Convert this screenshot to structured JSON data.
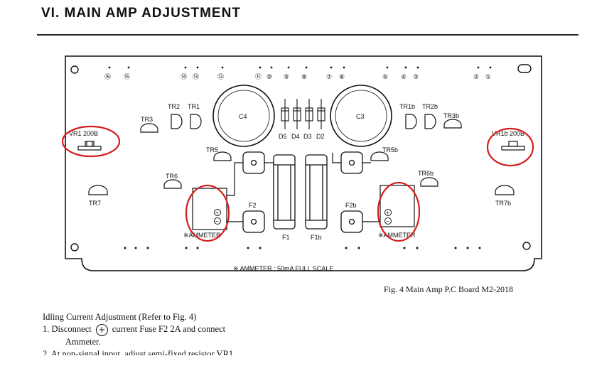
{
  "section_title": "VI. MAIN AMP ADJUSTMENT",
  "caption": "Fig. 4 Main Amp P.C Board M2-2018",
  "board": {
    "terminals": [
      "⑯",
      "⑮",
      "⑭",
      "⑬",
      "⑫",
      "⑪",
      "⑩",
      "⑨",
      "⑧",
      "⑦",
      "⑥",
      "⑤",
      "④",
      "③",
      "②",
      "①"
    ],
    "vr1_label": "VR1 200B",
    "vr1b_label": "VR1b 200B",
    "tr1": "TR1",
    "tr2": "TR2",
    "tr3": "TR3",
    "tr5": "TR5",
    "tr6": "TR6",
    "tr7": "TR7",
    "tr1b": "TR1b",
    "tr2b": "TR2b",
    "tr3b": "TR3b",
    "tr5b": "TR5b",
    "tr6b": "TR6b",
    "tr7b": "TR7b",
    "c4": "C4",
    "c3": "C3",
    "d5": "D5",
    "d4": "D4",
    "d3": "D3",
    "d2": "D2",
    "f1": "F1",
    "f1b": "F1b",
    "f2": "F2",
    "f2b": "F2b",
    "ammeter_left": "※AMMETER",
    "ammeter_right": "※AMMETER",
    "plus": "+",
    "minus": "−",
    "ammeter_note": "※ AMMETER : 50mA FULL SCALE"
  },
  "text": {
    "heading": "Idling Current Adjustment (Refer to Fig. 4)",
    "step1_a": "1. Disconnect",
    "step1_symbol": "+",
    "step1_b": "current Fuse F2 2A and connect",
    "step1_c": "Ammeter.",
    "step2": "2. At non-signal input, adjust semi-fixed resistor VR1"
  }
}
